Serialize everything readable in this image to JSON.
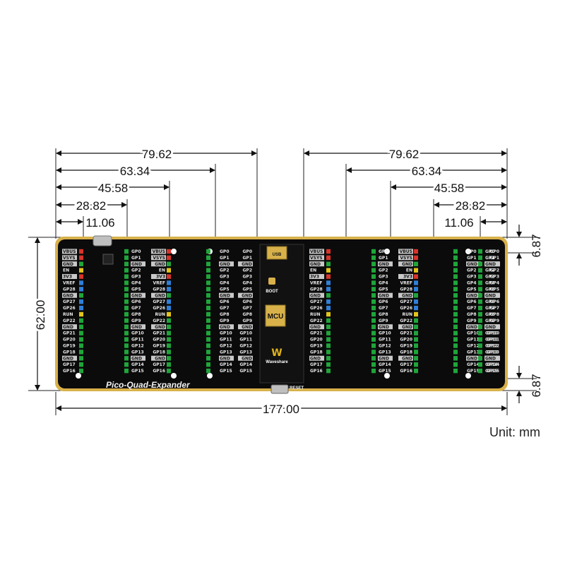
{
  "dimensions": {
    "left_widths": [
      "79.62",
      "63.34",
      "45.58",
      "28.82",
      "11.06"
    ],
    "right_widths": [
      "79.62",
      "63.34",
      "45.58",
      "28.82",
      "11.06"
    ],
    "total_width": "177.00",
    "height": "62.00",
    "top_offset": "6.87",
    "bottom_offset": "6.87"
  },
  "unit_label": "Unit: mm",
  "board": {
    "title": "Pico-Quad-Expander",
    "mcu_label": "MCU",
    "boot_label": "BOOT",
    "reset_label": "RESET",
    "usb_label": "USB",
    "brand_label": "Waveshare",
    "colors": {
      "pcb": "#0b0b0b",
      "edge": "#d8b14a",
      "pin_green": "#1fa53a",
      "pin_red": "#d8342b",
      "pin_yellow": "#e3c51c",
      "pin_blue": "#2f7fd8",
      "label_grey": "#c9c9c9"
    },
    "left_header": {
      "labels": [
        "VBUS",
        "VSYS",
        "GND",
        "EN",
        "3V3",
        "VREF",
        "GP28",
        "GND",
        "GP27",
        "GP26",
        "RUN",
        "GP22",
        "GND",
        "GP21",
        "GP20",
        "GP19",
        "GP18",
        "GND",
        "GP17",
        "GP16"
      ],
      "colors": [
        "red",
        "red",
        "green",
        "yellow",
        "red",
        "blue",
        "blue",
        "green",
        "blue",
        "blue",
        "yellow",
        "green",
        "green",
        "green",
        "green",
        "green",
        "green",
        "green",
        "green",
        "green"
      ]
    },
    "module_pins": [
      "GP0",
      "GP1",
      "GND",
      "GP2",
      "GP3",
      "GP4",
      "GP5",
      "GND",
      "GP6",
      "GP7",
      "GP8",
      "GP9",
      "GND",
      "GP10",
      "GP11",
      "GP12",
      "GP13",
      "GND",
      "GP14",
      "GP15"
    ],
    "right_header": {
      "labels": [
        "GP0",
        "GP1",
        "GND",
        "GP2",
        "GP3",
        "GP4",
        "GP5",
        "GND",
        "GP6",
        "GP7",
        "GP8",
        "GP9",
        "GND",
        "GP10",
        "GP11",
        "GP12",
        "GP13",
        "GND",
        "GP14",
        "GP15"
      ]
    }
  }
}
